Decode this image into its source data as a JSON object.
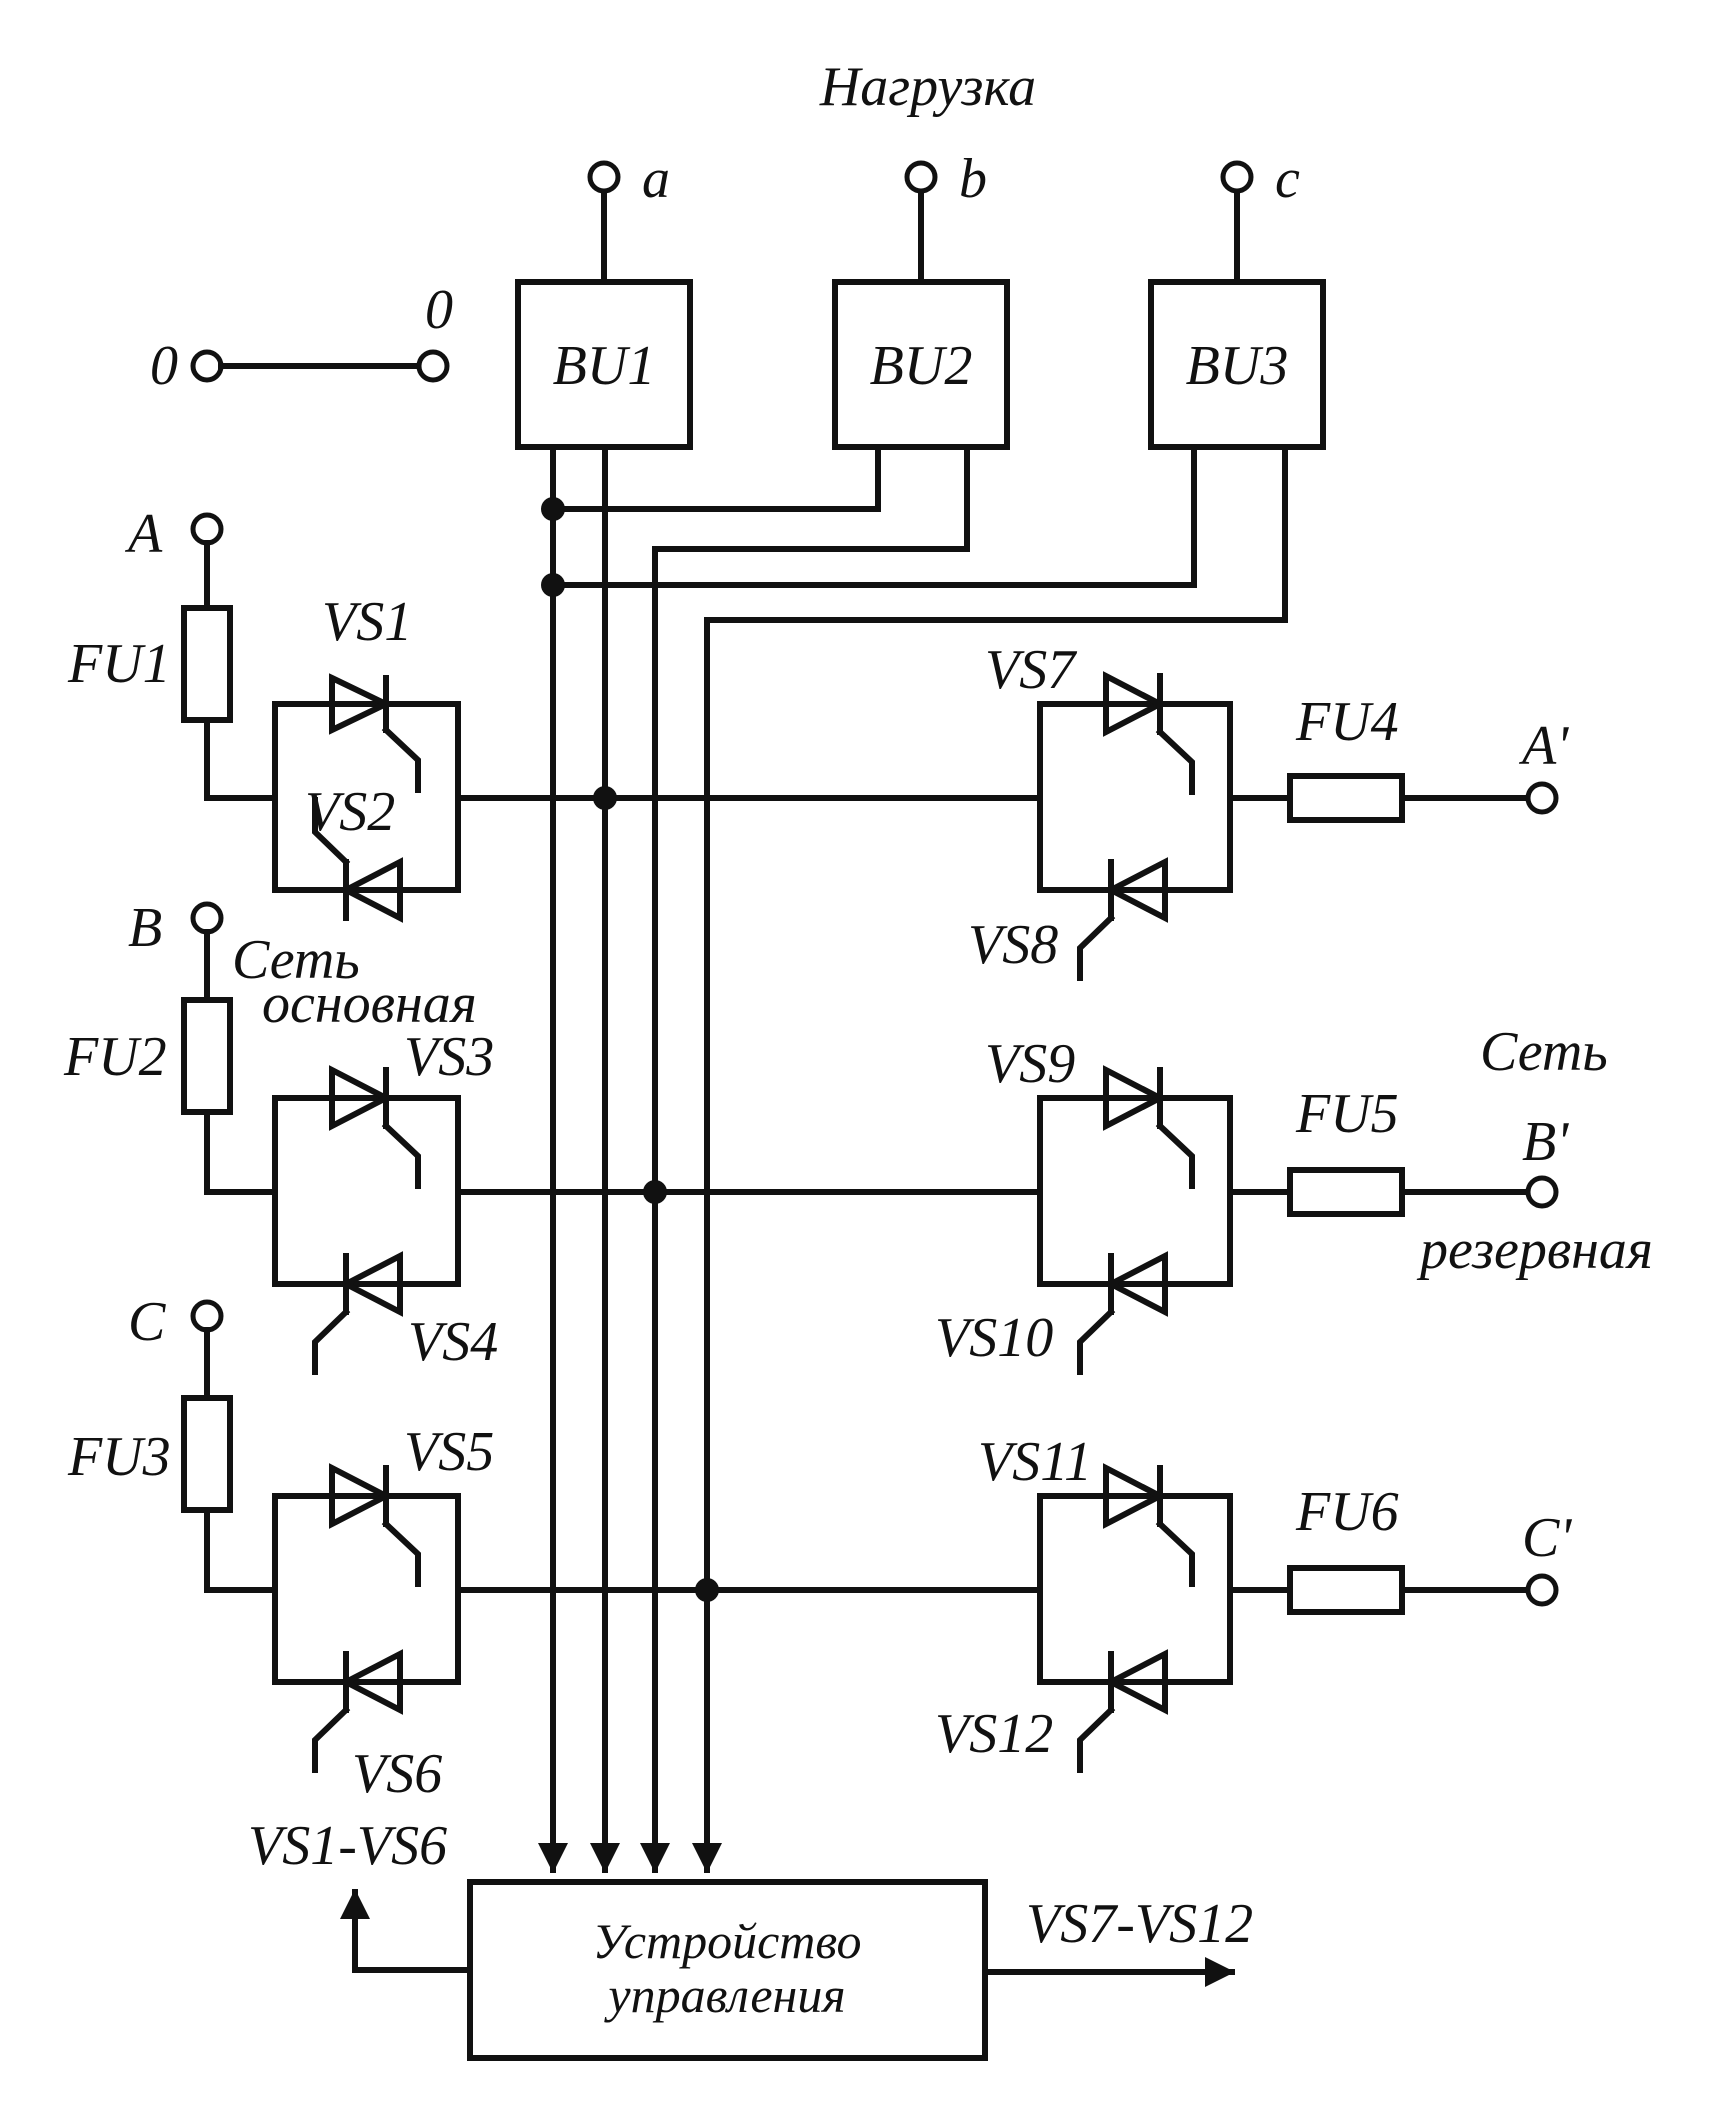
{
  "load_title": "Нагрузка",
  "load_terminals": [
    "a",
    "b",
    "c"
  ],
  "units": [
    "BU1",
    "BU2",
    "BU3"
  ],
  "neutral": {
    "left": "0",
    "right": "0"
  },
  "main_phases": [
    "A",
    "B",
    "C"
  ],
  "main_fuses": [
    "FU1",
    "FU2",
    "FU3"
  ],
  "main_thyristors": [
    "VS1",
    "VS2",
    "VS3",
    "VS4",
    "VS5",
    "VS6"
  ],
  "main_network": [
    "Сеть",
    "основная"
  ],
  "reserve_phases": [
    "A'",
    "B'",
    "C'"
  ],
  "reserve_fuses": [
    "FU4",
    "FU5",
    "FU6"
  ],
  "reserve_thyristors": [
    "VS7",
    "VS8",
    "VS9",
    "VS10",
    "VS11",
    "VS12"
  ],
  "reserve_network": [
    "Сеть",
    "резервная"
  ],
  "control_device": [
    "Устройство",
    "управления"
  ],
  "control_outputs": {
    "left": "VS1-VS6",
    "right": "VS7-VS12"
  },
  "colors": {
    "ink": "#111111",
    "background": "#ffffff"
  }
}
